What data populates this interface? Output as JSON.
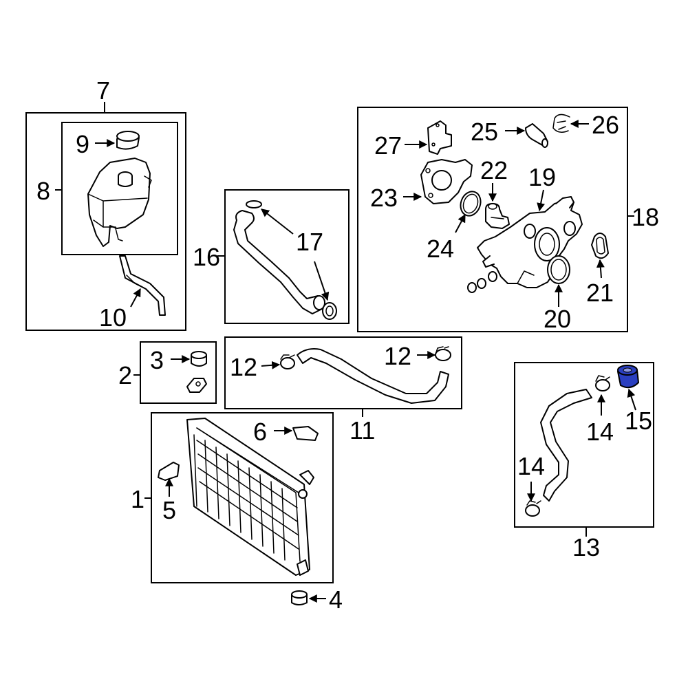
{
  "callouts": {
    "c1": "1",
    "c2": "2",
    "c3": "3",
    "c4": "4",
    "c5": "5",
    "c6": "6",
    "c7": "7",
    "c8": "8",
    "c9": "9",
    "c10": "10",
    "c11": "11",
    "c12a": "12",
    "c12b": "12",
    "c13": "13",
    "c14a": "14",
    "c14b": "14",
    "c15": "15",
    "c16": "16",
    "c17": "17",
    "c18": "18",
    "c19": "19",
    "c20": "20",
    "c21": "21",
    "c22": "22",
    "c23": "23",
    "c24": "24",
    "c25": "25",
    "c26": "26",
    "c27": "27"
  },
  "highlight": {
    "part": "15",
    "color": "#2a3fc0"
  }
}
